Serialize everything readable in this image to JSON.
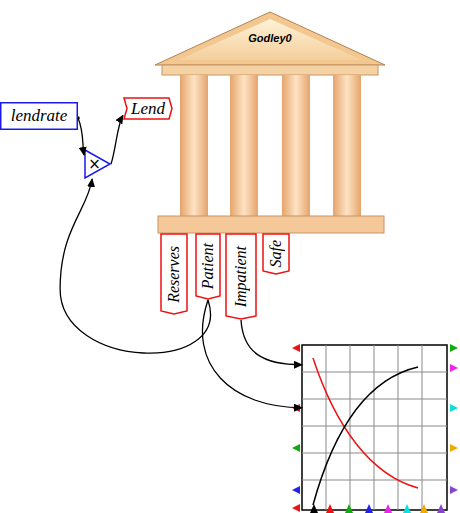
{
  "diagram": {
    "nodes": [
      {
        "text": [
          "lendrate"
        ]
      },
      {
        "text": [
          "Lend"
        ]
      },
      {
        "text": [
          "Godley0"
        ]
      },
      {
        "text": [
          "×"
        ]
      },
      {
        "text": [
          "Reserves"
        ]
      },
      {
        "text": [
          "Patient"
        ]
      },
      {
        "text": [
          "Impatient"
        ]
      },
      {
        "text": [
          "Safe"
        ]
      },
      {
        "text": []
      }
    ],
    "edges": [
      {
        "from": 0,
        "to": 3,
        "arrow": "to"
      },
      {
        "from": 5,
        "to": 3,
        "arrow": "to"
      },
      {
        "from": 3,
        "to": 1,
        "arrow": "to"
      },
      {
        "from": 6,
        "to": 8,
        "arrow": "to"
      },
      {
        "from": 5,
        "to": 8,
        "arrow": "to"
      }
    ]
  }
}
